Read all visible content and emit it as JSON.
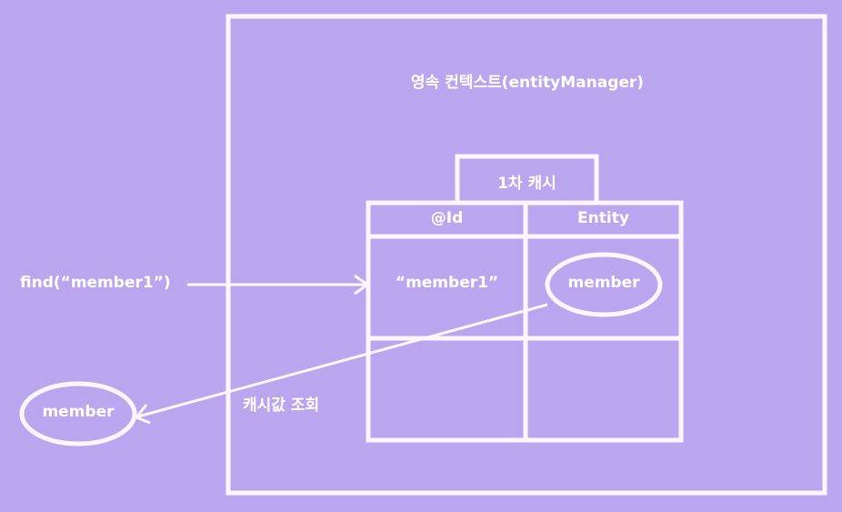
{
  "context": {
    "title": "영속 컨텍스트(entityManager)"
  },
  "cache": {
    "title": "1차 캐시",
    "headers": {
      "id": "@Id",
      "entity": "Entity"
    },
    "rows": [
      {
        "id": "“member1”",
        "entity": "member"
      }
    ]
  },
  "call": {
    "label": "find(“member1”)"
  },
  "result": {
    "label": "member"
  },
  "lookup": {
    "label": "캐시값 조회"
  },
  "colors": {
    "background": "#b9a6ee",
    "stroke": "#ffffff",
    "text": "#ffffff"
  }
}
